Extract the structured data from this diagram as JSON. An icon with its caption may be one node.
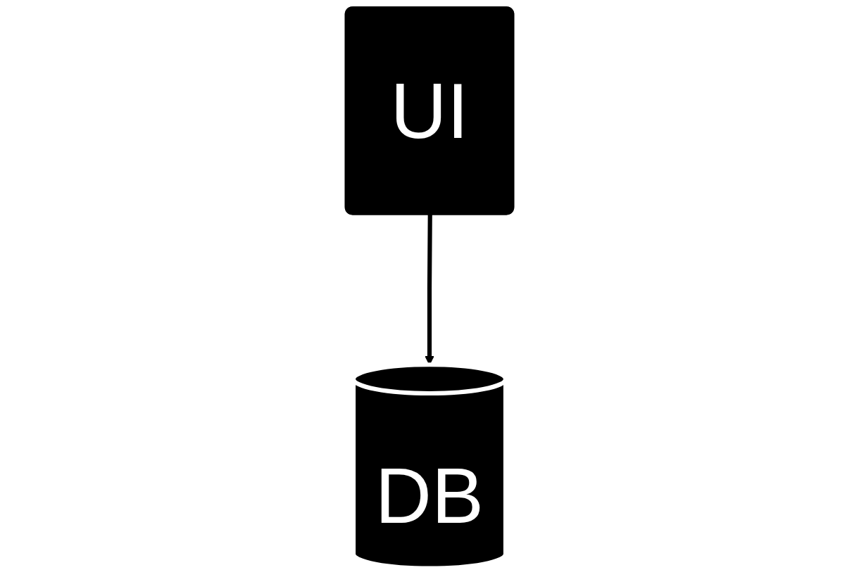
{
  "diagram": {
    "nodes": [
      {
        "text": [
          "UI"
        ]
      },
      {
        "text": [
          "DB"
        ]
      }
    ],
    "edges": [
      {
        "from": 0,
        "to": 1,
        "arrow": "to"
      }
    ]
  }
}
